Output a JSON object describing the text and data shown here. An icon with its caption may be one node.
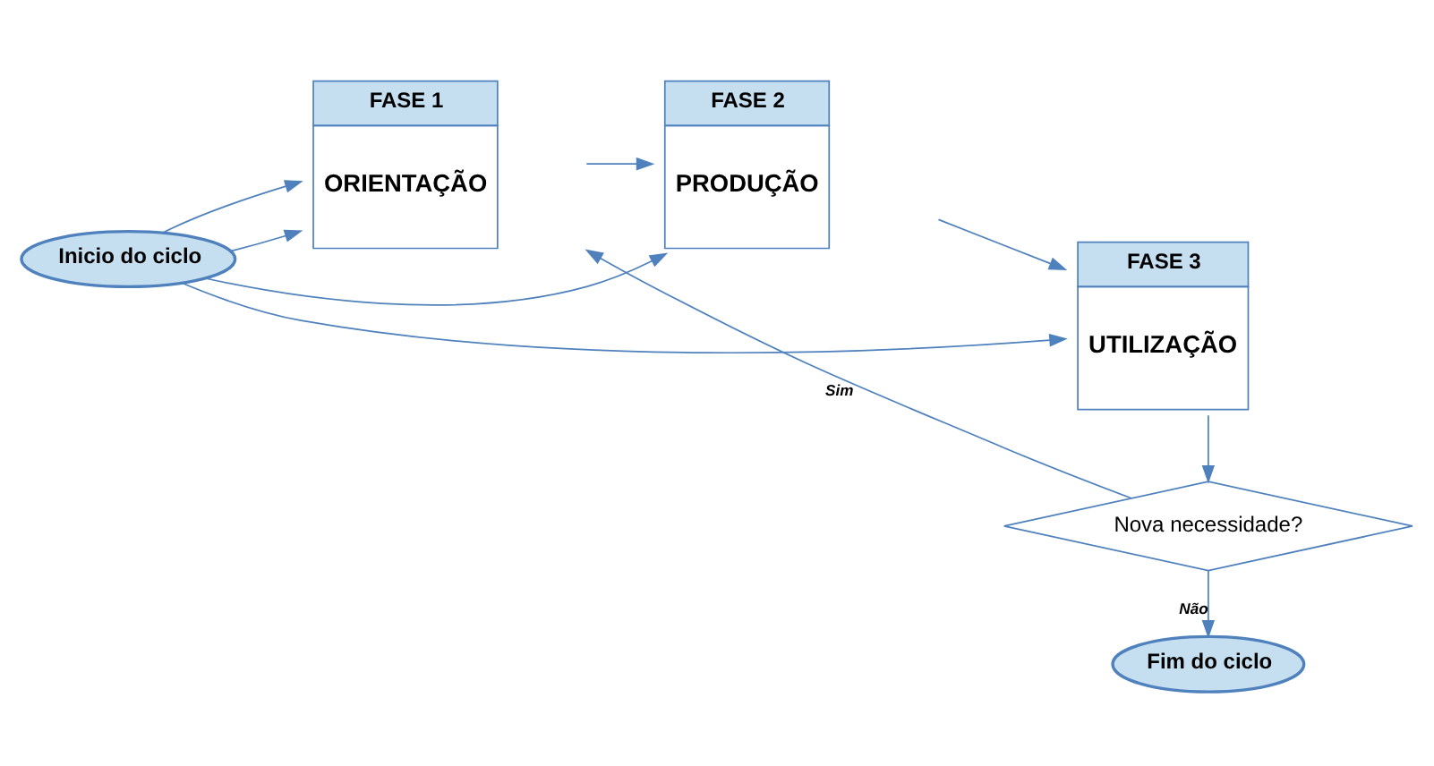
{
  "diagram": {
    "nodes": [
      {
        "text": [
          "Inicio do ciclo"
        ]
      },
      {
        "text": [
          "FASE 1",
          "ORIENTAÇÃO"
        ]
      },
      {
        "text": [
          "FASE 2",
          "PRODUÇÃO"
        ]
      },
      {
        "text": [
          "FASE 3",
          "UTILIZAÇÃO"
        ]
      },
      {
        "text": [
          "Nova necessidade?"
        ]
      },
      {
        "text": [
          "Fim do ciclo"
        ]
      }
    ],
    "edges": [
      {
        "from": 0,
        "to": 1,
        "arrow": "to"
      },
      {
        "from": 0,
        "to": 1,
        "arrow": "to"
      },
      {
        "from": 0,
        "to": 2,
        "arrow": "to"
      },
      {
        "from": 0,
        "to": 3,
        "arrow": "to"
      },
      {
        "from": 1,
        "to": 2,
        "arrow": "to"
      },
      {
        "from": 2,
        "to": 3,
        "arrow": "to"
      },
      {
        "from": 3,
        "to": 4,
        "arrow": "to"
      },
      {
        "from": 4,
        "to": 1,
        "arrow": "to",
        "label": "Sim"
      },
      {
        "from": 4,
        "to": 5,
        "arrow": "to",
        "label": "Não"
      }
    ]
  }
}
